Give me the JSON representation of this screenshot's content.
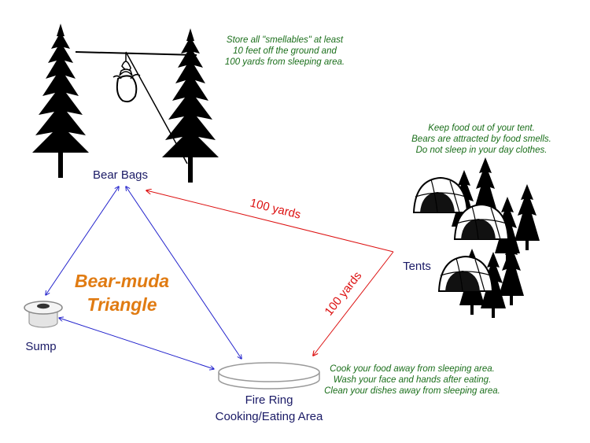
{
  "title": {
    "line1": "Bear-muda",
    "line2": "Triangle"
  },
  "locations": {
    "bear_bags": "Bear Bags",
    "tents": "Tents",
    "sump": "Sump",
    "fire_ring": {
      "line1": "Fire Ring",
      "line2": "Cooking/Eating Area"
    }
  },
  "distances": {
    "bags_to_tents": "100 yards",
    "tents_to_fire": "100 yards"
  },
  "notes": {
    "bear_bags": [
      "Store all \"smellables\" at least",
      "10 feet off the ground and",
      "100 yards from sleeping area."
    ],
    "tents": [
      "Keep food out of your tent.",
      "Bears are attracted by food smells.",
      "Do not sleep in your day clothes."
    ],
    "fire_ring": [
      "Cook your food away from sleeping area.",
      "Wash your face and hands after eating.",
      "Clean your dishes away from sleeping area."
    ]
  },
  "colors": {
    "note": "#1a6e1a",
    "place": "#1a1a66",
    "distance": "#dd1111",
    "title": "#e07b12",
    "triangle": "#2222cc",
    "tree": "#000000"
  },
  "icons": [
    "pine-tree-icon",
    "bear-bag-icon",
    "tent-icon",
    "sump-icon",
    "fire-ring-icon"
  ]
}
